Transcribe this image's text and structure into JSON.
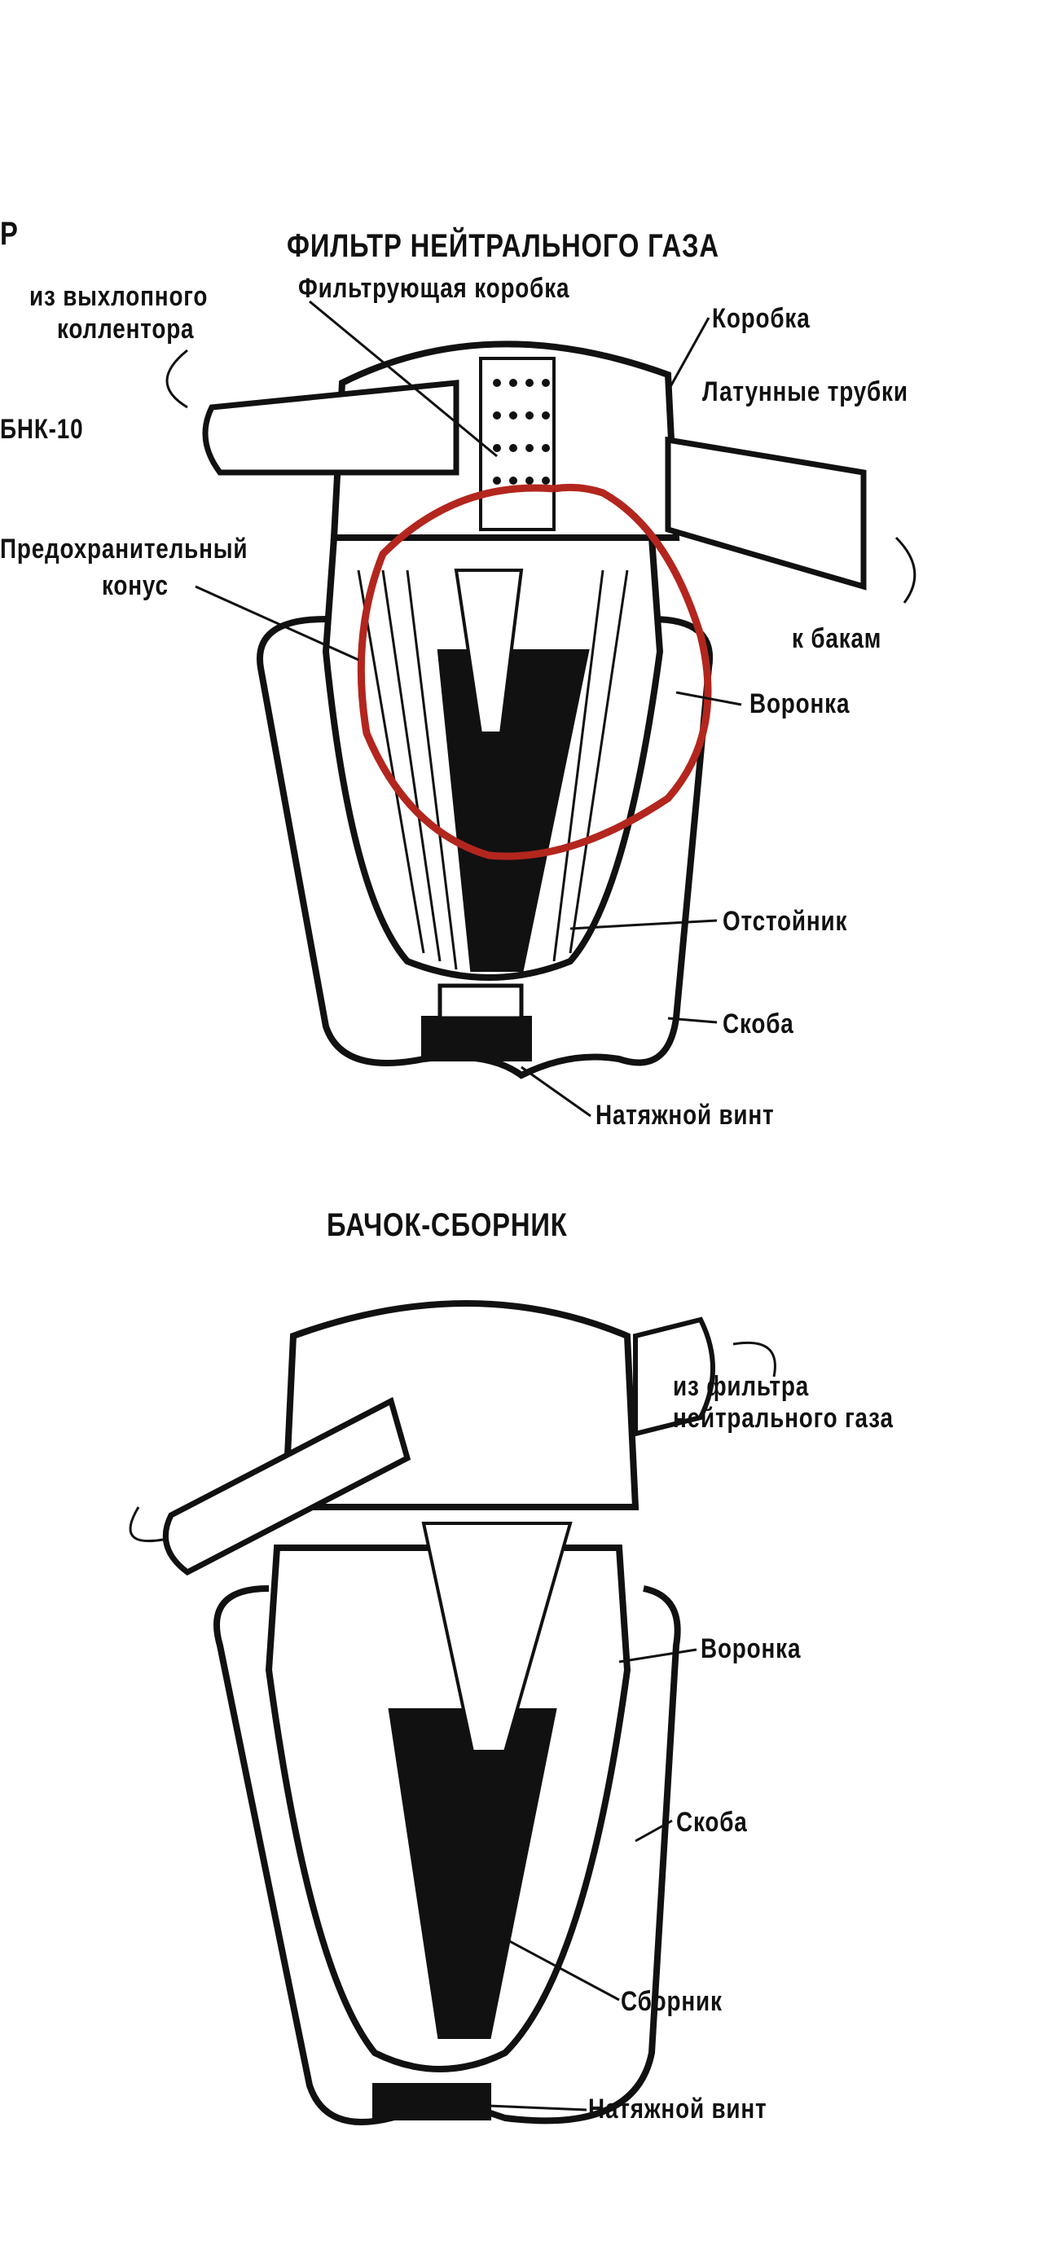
{
  "figure1": {
    "cut_letter": "Р",
    "title": "ФИЛЬТР НЕЙТРАЛЬНОГО ГАЗА",
    "labels": {
      "filter_box": "Фильтрующая коробка",
      "from_exhaust_1": "из выхлопного",
      "from_exhaust_2": "коллентора",
      "box": "Коробка",
      "brass_tubes": "Латунные трубки",
      "bnk": "БНК-10",
      "safety_cone_1": "Предохранительный",
      "safety_cone_2": "конус",
      "to_tanks": "к бакам",
      "funnel": "Воронка",
      "sump": "Отстойник",
      "bracket": "Скоба",
      "tension_screw": "Натяжной винт"
    },
    "annotation_color": "#b3261e"
  },
  "figure2": {
    "title": "БАЧОК-СБОРНИК",
    "labels": {
      "from_filter_1": "из фильтра",
      "from_filter_2": "нейтрального газа",
      "funnel": "Воронка",
      "bracket": "Скоба",
      "collector": "Сборник",
      "tension_screw": "Натяжной винт"
    }
  }
}
